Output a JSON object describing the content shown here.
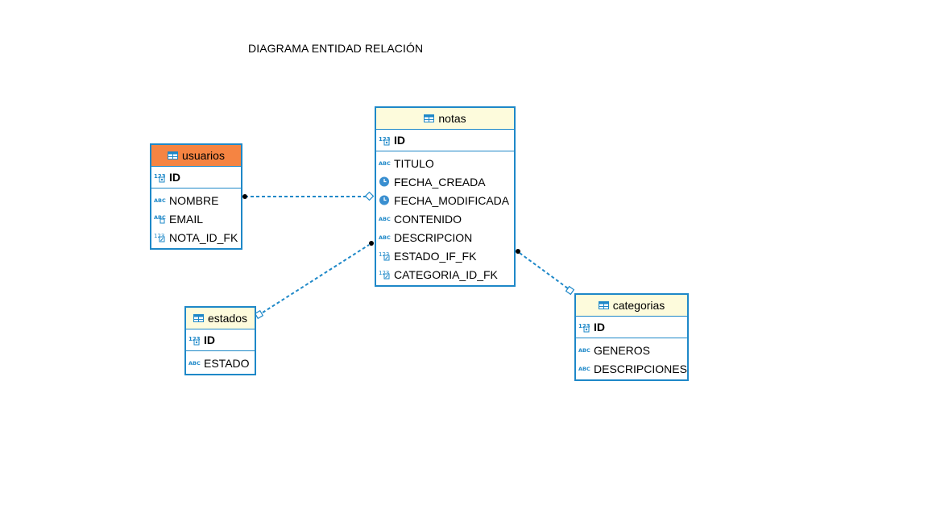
{
  "title": "DIAGRAMA ENTIDAD RELACIÓN",
  "colors": {
    "border": "#1e88c8",
    "header": "#fdfbdc",
    "highlight_header": "#f58442",
    "link": "#1e88c8"
  },
  "entities": {
    "notas": {
      "name": "notas",
      "pk": "ID",
      "columns": [
        {
          "name": "TITULO",
          "icon": "text-type-icon"
        },
        {
          "name": "FECHA_CREADA",
          "icon": "clock-icon"
        },
        {
          "name": "FECHA_MODIFICADA",
          "icon": "clock-icon"
        },
        {
          "name": "CONTENIDO",
          "icon": "text-type-icon"
        },
        {
          "name": "DESCRIPCION",
          "icon": "text-type-icon"
        },
        {
          "name": "ESTADO_IF_FK",
          "icon": "numeric-fk-icon"
        },
        {
          "name": "CATEGORIA_ID_FK",
          "icon": "numeric-fk-icon"
        }
      ]
    },
    "usuarios": {
      "name": "usuarios",
      "pk": "ID",
      "columns": [
        {
          "name": "NOMBRE",
          "icon": "text-type-icon"
        },
        {
          "name": "EMAIL",
          "icon": "text-unique-icon"
        },
        {
          "name": "NOTA_ID_FK",
          "icon": "numeric-fk-icon"
        }
      ]
    },
    "estados": {
      "name": "estados",
      "pk": "ID",
      "columns": [
        {
          "name": "ESTADO",
          "icon": "text-type-icon"
        }
      ]
    },
    "categorias": {
      "name": "categorias",
      "pk": "ID",
      "columns": [
        {
          "name": "GENEROS",
          "icon": "text-type-icon"
        },
        {
          "name": "DESCRIPCIONES",
          "icon": "text-type-icon"
        }
      ]
    }
  }
}
